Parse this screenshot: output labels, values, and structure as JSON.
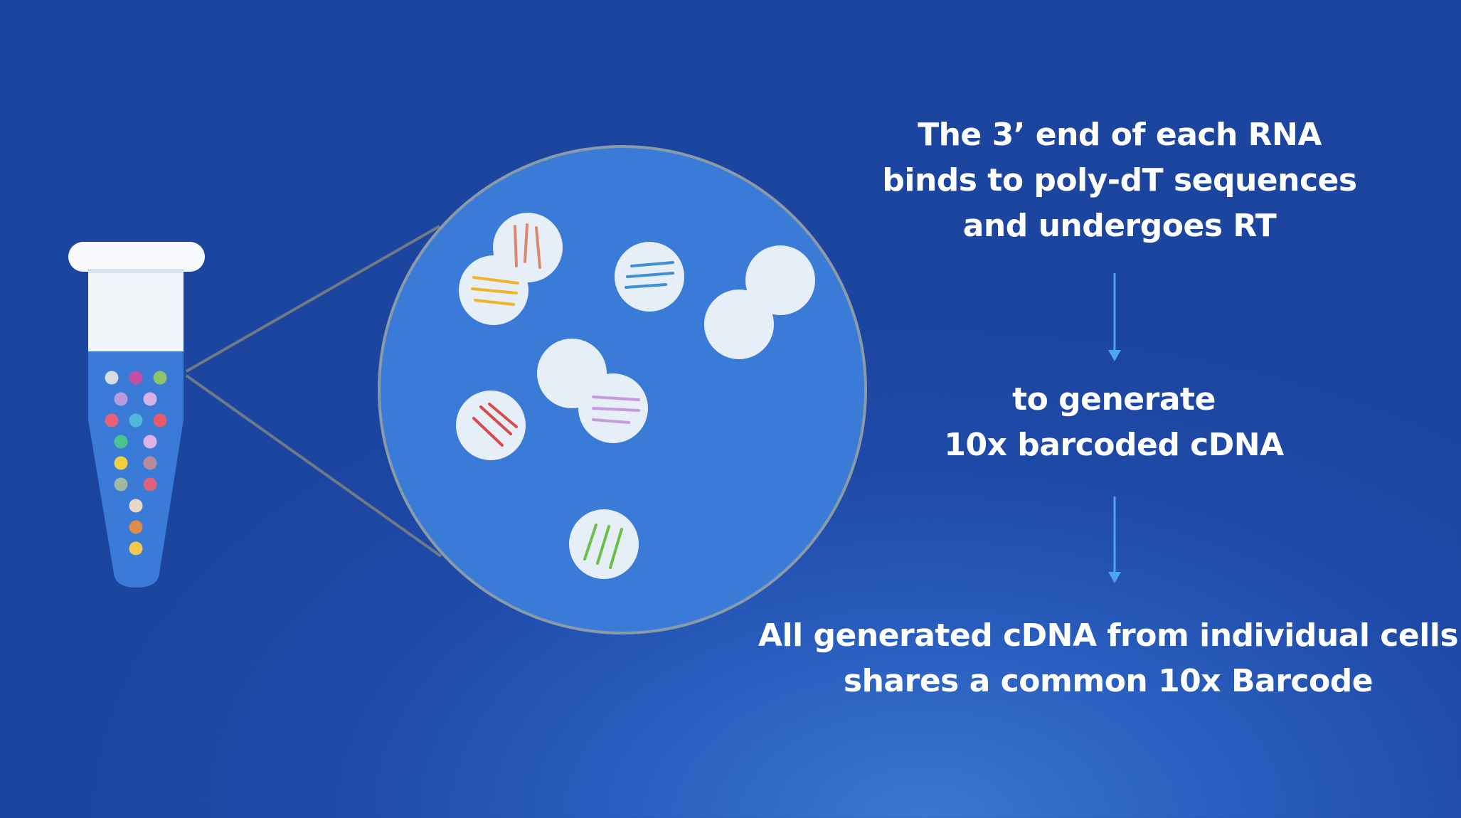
{
  "steps": [
    {
      "lines": [
        "The 3’ end of each RNA",
        "binds to poly-dT sequences",
        "and undergoes RT"
      ]
    },
    {
      "lines": [
        "to generate",
        "10x barcoded cDNA"
      ]
    },
    {
      "lines": [
        "All generated cDNA from individual cells",
        "shares a common 10x Barcode"
      ]
    }
  ],
  "colors": {
    "arrow": "#4ea3f5",
    "tube_liquid": "#3a7bd8",
    "tube_cap": "#f2f6fb",
    "magnifier_fill": "#3a7bd8",
    "magnifier_border": "#8a9aa8",
    "bead": "#e6eef7",
    "rna_orange": "#d98a6a",
    "rna_yellow": "#f0b429",
    "rna_blue": "#3d8fd6",
    "rna_red": "#d94a4a",
    "rna_lavender": "#c79ae0",
    "rna_green": "#6cc04a"
  },
  "tube_beads": [
    "#d9dce6",
    "#c44fa6",
    "#8fc46a",
    "#b79ae0",
    "#d7b0e8",
    "#e8607a",
    "#4fb8d8",
    "#e85a6a",
    "#4cc38a",
    "#e0b0e6",
    "#f0d040",
    "#b88a9a",
    "#a0b8a0",
    "#e0607a",
    "#e8d8c8",
    "#e08a4a",
    "#f0c850"
  ]
}
